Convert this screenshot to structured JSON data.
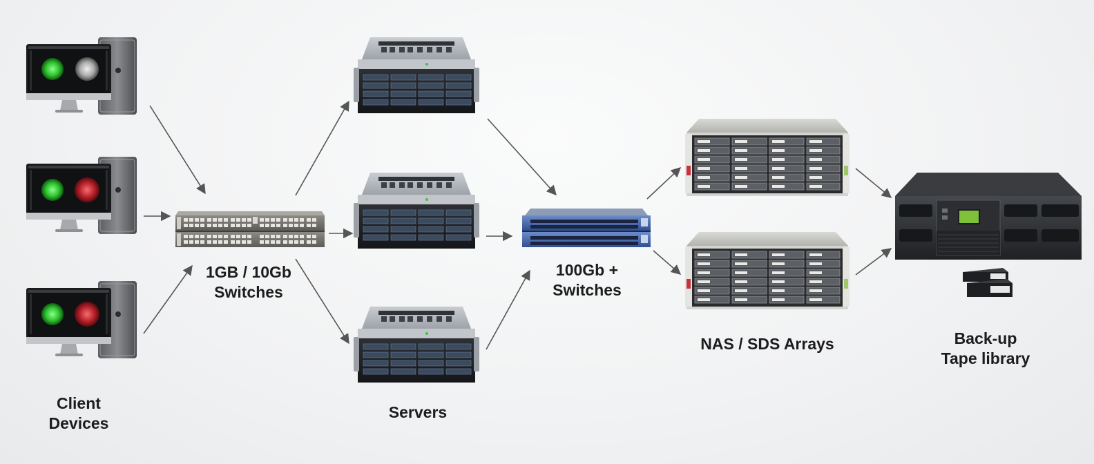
{
  "diagram": {
    "labels": {
      "clients": [
        "Client",
        "Devices"
      ],
      "access_switches": [
        "1GB / 10Gb",
        "Switches"
      ],
      "servers": [
        "Servers"
      ],
      "core_switches": [
        "100Gb +",
        "Switches"
      ],
      "storage": [
        "NAS / SDS Arrays"
      ],
      "backup": [
        "Back-up",
        "Tape library"
      ]
    },
    "icons": {
      "client": "workstation-icon",
      "access_switch": "network-switch-icon",
      "server": "rack-server-icon",
      "core_switch": "core-switch-icon",
      "storage": "storage-array-icon",
      "tape": "tape-library-icon"
    },
    "colors": {
      "text": "#1d1d1f",
      "arrow": "#555555",
      "screen_green": "#3ecf3e",
      "screen_red": "#c0282e",
      "switch_blue": "#3b5ea8",
      "lcd_green": "#7fc23a"
    }
  }
}
